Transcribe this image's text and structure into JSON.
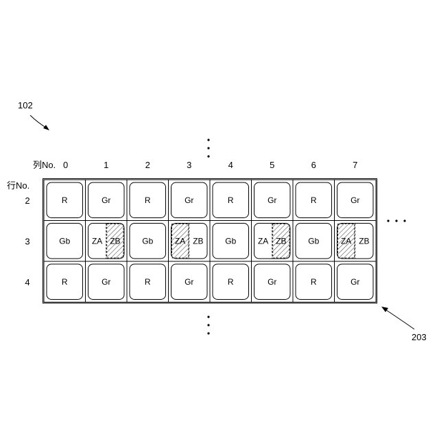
{
  "refs": {
    "sensor_ref": "102",
    "array_ref": "203"
  },
  "col_header": {
    "prefix": "列No.",
    "cols": [
      "0",
      "1",
      "2",
      "3",
      "4",
      "5",
      "6",
      "7"
    ]
  },
  "row_header": {
    "title": "行No.",
    "rows": [
      "2",
      "3",
      "4"
    ]
  },
  "grid": [
    [
      {
        "t": "R"
      },
      {
        "t": "Gr"
      },
      {
        "t": "R"
      },
      {
        "t": "Gr"
      },
      {
        "t": "R"
      },
      {
        "t": "Gr"
      },
      {
        "t": "R"
      },
      {
        "t": "Gr"
      }
    ],
    [
      {
        "t": "Gb"
      },
      {
        "split": true,
        "a": "ZA",
        "b": "ZB",
        "hatch": "b"
      },
      {
        "t": "Gb"
      },
      {
        "split": true,
        "a": "ZA",
        "b": "ZB",
        "hatch": "a"
      },
      {
        "t": "Gb"
      },
      {
        "split": true,
        "a": "ZA",
        "b": "ZB",
        "hatch": "b"
      },
      {
        "t": "Gb"
      },
      {
        "split": true,
        "a": "ZA",
        "b": "ZB",
        "hatch": "a"
      }
    ],
    [
      {
        "t": "R"
      },
      {
        "t": "Gr"
      },
      {
        "t": "R"
      },
      {
        "t": "Gr"
      },
      {
        "t": "R"
      },
      {
        "t": "Gr"
      },
      {
        "t": "R"
      },
      {
        "t": "Gr"
      }
    ]
  ]
}
